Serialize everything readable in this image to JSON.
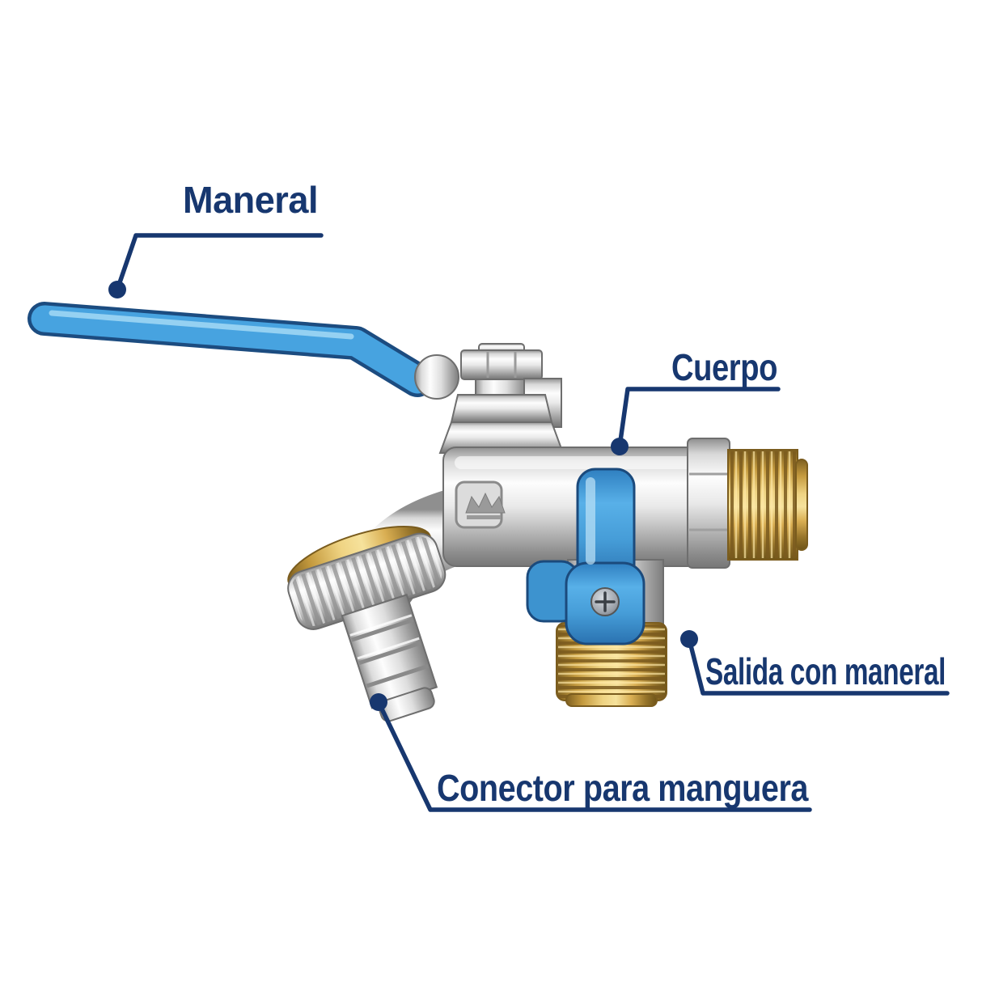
{
  "diagram": {
    "background": "#ffffff",
    "subject": "dual-outlet hose faucet with ball-valve lever",
    "parts": [
      {
        "id": "maneral",
        "label": "Maneral"
      },
      {
        "id": "cuerpo",
        "label": "Cuerpo"
      },
      {
        "id": "salida-con-maneral",
        "label": "Salida con maneral"
      },
      {
        "id": "conector-para-manguera",
        "label": "Conector para manguera"
      }
    ],
    "colors": {
      "label_text": "#17376f",
      "leader_line": "#17376f",
      "lever_blue": "#47a3e0",
      "valve_handle_blue": "#3f98d4",
      "brass": "#d9b55e",
      "chrome_light": "#f4f4f4",
      "chrome_dark": "#8a8a8a"
    },
    "icons": [
      {
        "name": "brand-logo-icon",
        "meaning": "embossed crown logo stamped on faucet body"
      }
    ]
  }
}
